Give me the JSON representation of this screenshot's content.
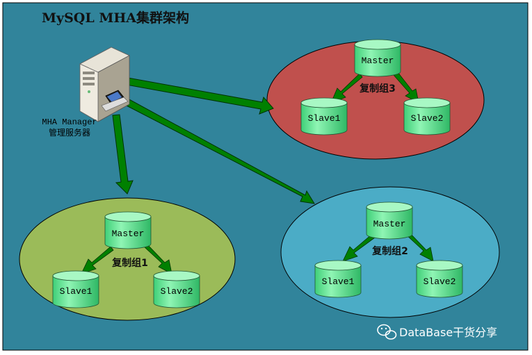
{
  "title": "MySQL MHA集群架构",
  "manager": {
    "label_line1": "MHA Manager",
    "label_line2": "管理服务器"
  },
  "groups": [
    {
      "name": "复制组1",
      "master": "Master",
      "slave1": "Slave1",
      "slave2": "Slave2",
      "fill": "#9bbb59"
    },
    {
      "name": "复制组2",
      "master": "Master",
      "slave1": "Slave1",
      "slave2": "Slave2",
      "fill": "#4bacc6"
    },
    {
      "name": "复制组3",
      "master": "Master",
      "slave1": "Slave1",
      "slave2": "Slave2",
      "fill": "#c0504d"
    }
  ],
  "watermark": "DataBase干货分享",
  "colors": {
    "background": "#31849b",
    "arrow": "#008000",
    "arrow_stroke": "#004d00",
    "cylinder": "#66ee99",
    "cylinder_top": "#99f7bb"
  }
}
